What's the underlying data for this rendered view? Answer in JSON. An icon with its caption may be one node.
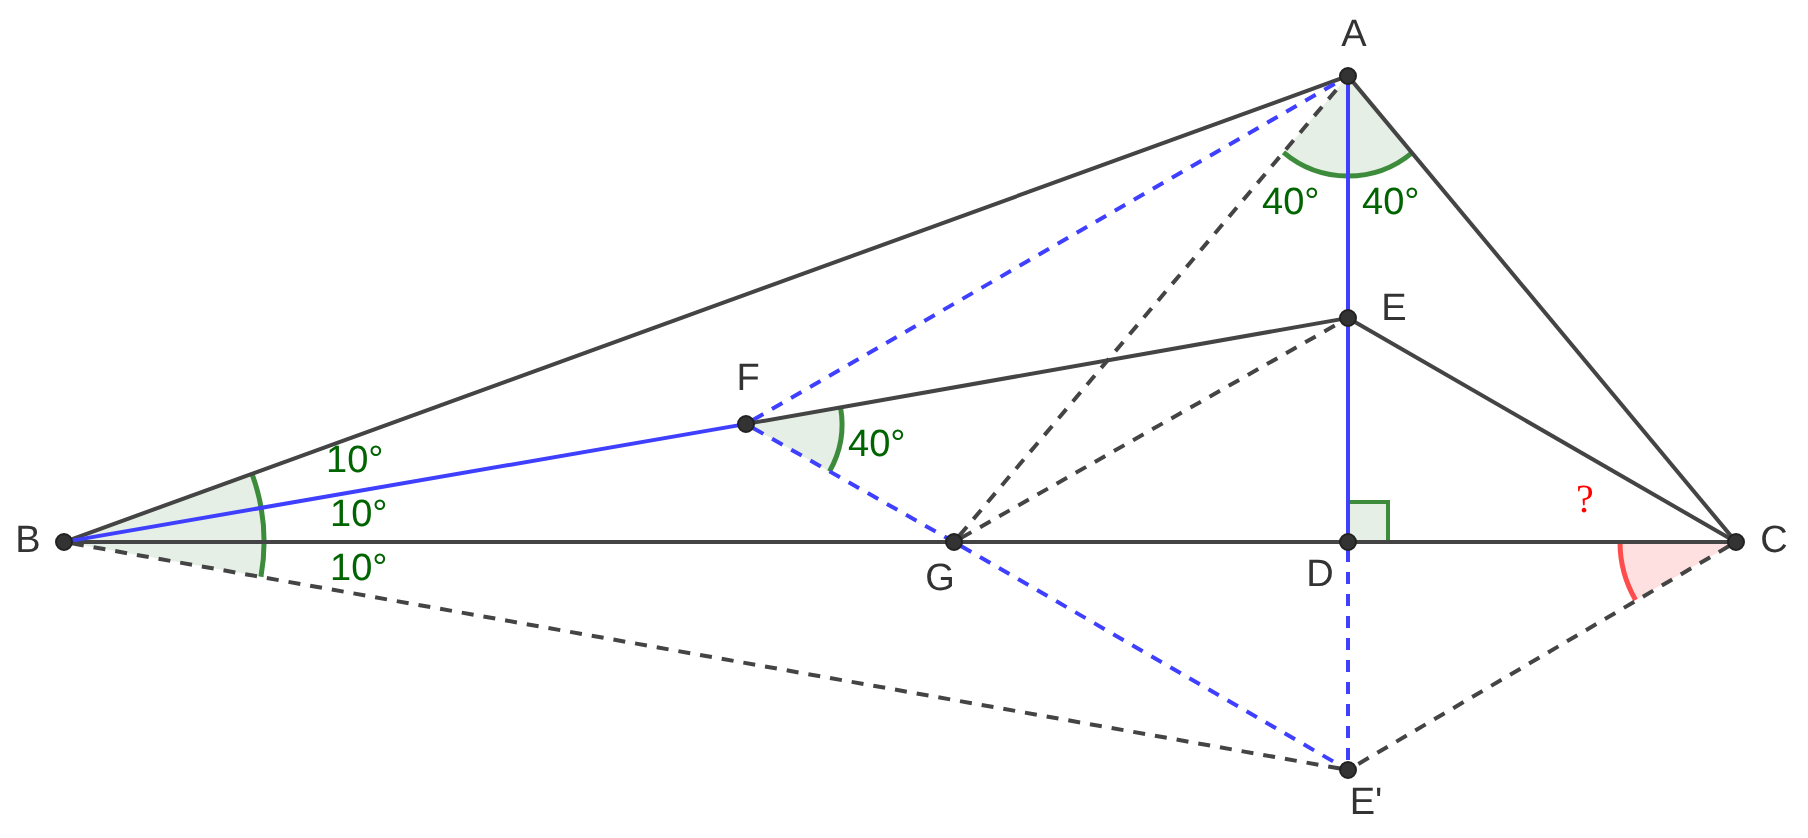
{
  "diagram": {
    "nodes": [
      {
        "text": [
          "A"
        ]
      },
      {
        "text": [
          "E"
        ]
      },
      {
        "text": [
          "F"
        ]
      },
      {
        "text": [
          "B"
        ]
      },
      {
        "text": [
          "G"
        ]
      },
      {
        "text": [
          "D"
        ]
      },
      {
        "text": [
          "C"
        ]
      },
      {
        "text": [
          "E'"
        ]
      }
    ],
    "edges": [
      {
        "from": 0,
        "to": 3,
        "arrow": "none"
      },
      {
        "from": 0,
        "to": 6,
        "arrow": "none"
      },
      {
        "from": 0,
        "to": 1,
        "arrow": "none",
        "color": "#3f3fff"
      },
      {
        "from": 1,
        "to": 5,
        "arrow": "none",
        "color": "#3f3fff"
      },
      {
        "from": 5,
        "to": 7,
        "arrow": "none",
        "style": "dashed",
        "color": "#3f3fff"
      },
      {
        "from": 3,
        "to": 4,
        "arrow": "none"
      },
      {
        "from": 4,
        "to": 5,
        "arrow": "none"
      },
      {
        "from": 5,
        "to": 6,
        "arrow": "none"
      },
      {
        "from": 3,
        "to": 2,
        "arrow": "none",
        "color": "#3f3fff"
      },
      {
        "from": 2,
        "to": 0,
        "arrow": "none",
        "style": "dashed",
        "color": "#3f3fff"
      },
      {
        "from": 2,
        "to": 1,
        "arrow": "none"
      },
      {
        "from": 2,
        "to": 4,
        "arrow": "none",
        "style": "dashed",
        "color": "#3f3fff"
      },
      {
        "from": 4,
        "to": 7,
        "arrow": "none",
        "style": "dashed",
        "color": "#3f3fff"
      },
      {
        "from": 4,
        "to": 0,
        "arrow": "none",
        "style": "dashed"
      },
      {
        "from": 4,
        "to": 1,
        "arrow": "none",
        "style": "dashed"
      },
      {
        "from": 1,
        "to": 6,
        "arrow": "none"
      },
      {
        "from": 3,
        "to": 7,
        "arrow": "none",
        "style": "dashed"
      },
      {
        "from": 6,
        "to": 7,
        "arrow": "none",
        "style": "dashed"
      }
    ],
    "labels": [
      "40°",
      "40°",
      "40°",
      "10°",
      "?",
      "10°",
      "10°"
    ]
  }
}
